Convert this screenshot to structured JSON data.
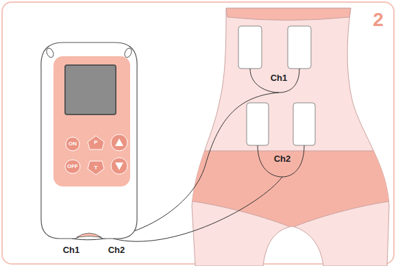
{
  "diagram": {
    "nodes": [
      {
        "text": [
          "ON"
        ]
      },
      {
        "text": [
          "P"
        ]
      },
      {
        "text": [
          "OFF"
        ]
      },
      {
        "text": [
          "T"
        ]
      }
    ],
    "labels": [
      "2",
      "Ch1",
      "Ch2",
      "Ch1",
      "Ch2"
    ]
  }
}
